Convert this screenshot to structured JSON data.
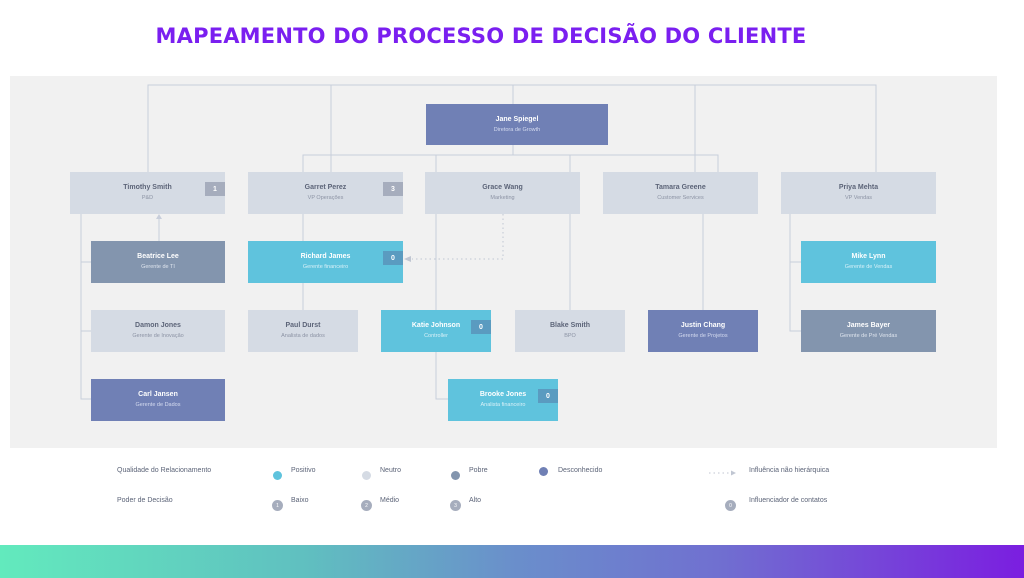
{
  "title": "MAPEAMENTO DO PROCESSO DE DECISÃO DO CLIENTE",
  "colors": {
    "title": "#7a1ff0",
    "positivo": "#5fc3dd",
    "neutro": "#d5dbe4",
    "pobre": "#8395ae",
    "desconhecido": "#7080b5",
    "connector": "#c8cedb"
  },
  "nodes": {
    "jane": {
      "name": "Jane Spiegel",
      "role": "Diretora de Growth",
      "quality": "desconhecido"
    },
    "timothy": {
      "name": "Timothy Smith",
      "role": "P&D",
      "quality": "neutro",
      "power": "1"
    },
    "garret": {
      "name": "Garret Perez",
      "role": "VP Operações",
      "quality": "neutro",
      "power": "3"
    },
    "grace": {
      "name": "Grace Wang",
      "role": "Marketing",
      "quality": "neutro"
    },
    "tamara": {
      "name": "Tamara Greene",
      "role": "Customer Services",
      "quality": "neutro"
    },
    "priya": {
      "name": "Priya Mehta",
      "role": "VP Vendas",
      "quality": "neutro"
    },
    "beatrice": {
      "name": "Beatrice Lee",
      "role": "Gerente de TI",
      "quality": "pobre"
    },
    "richard": {
      "name": "Richard James",
      "role": "Gerente financeiro",
      "quality": "positivo",
      "influencer": "0"
    },
    "mike": {
      "name": "Mike Lynn",
      "role": "Gerente de Vendas",
      "quality": "positivo"
    },
    "damon": {
      "name": "Damon Jones",
      "role": "Gerente de Inovação",
      "quality": "neutro"
    },
    "paul": {
      "name": "Paul Durst",
      "role": "Analista de dados",
      "quality": "neutro"
    },
    "katie": {
      "name": "Katie Johnson",
      "role": "Controller",
      "quality": "positivo",
      "influencer": "0"
    },
    "blake": {
      "name": "Blake Smith",
      "role": "BPO",
      "quality": "neutro"
    },
    "justin": {
      "name": "Justin Chang",
      "role": "Gerente de Projetos",
      "quality": "desconhecido"
    },
    "james": {
      "name": "James Bayer",
      "role": "Gerente de Pré Vendas",
      "quality": "pobre"
    },
    "carl": {
      "name": "Carl Jansen",
      "role": "Gerente de Dados",
      "quality": "desconhecido"
    },
    "brooke": {
      "name": "Brooke Jones",
      "role": "Analista financeiro",
      "quality": "positivo",
      "influencer": "0"
    }
  },
  "legend": {
    "quality_label": "Qualidade do Relacionamento",
    "quality_items": [
      "Positivo",
      "Neutro",
      "Pobre",
      "Desconhecido"
    ],
    "power_label": "Poder de Decisão",
    "power_items": [
      {
        "num": "1",
        "label": "Baixo"
      },
      {
        "num": "2",
        "label": "Médio"
      },
      {
        "num": "3",
        "label": "Alto"
      }
    ],
    "influence_label": "Influência não hierárquica",
    "influencer_num": "0",
    "influencer_label": "Influenciador de contatos"
  }
}
